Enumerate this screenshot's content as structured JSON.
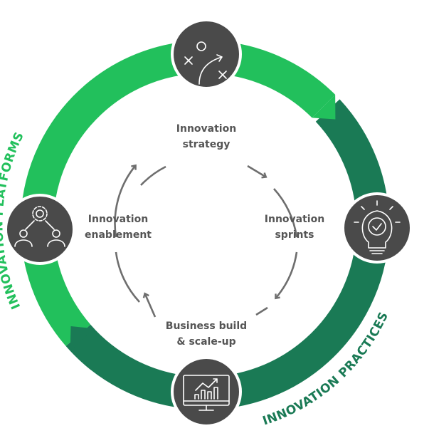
{
  "colors": {
    "light_green": "#22c05c",
    "dark_green": "#1a7a55",
    "node": "#4a4a4a",
    "arrow": "#6e6e6e",
    "text": "#555555"
  },
  "ring_labels": {
    "platforms": "INNOVATION PLATFORMS",
    "practices": "INNOVATION PRACTICES"
  },
  "stages": {
    "strategy": {
      "line1": "Innovation",
      "line2": "strategy",
      "icon": "play-strategy-icon"
    },
    "sprints": {
      "line1": "Innovation",
      "line2": "sprints",
      "icon": "lightbulb-clock-icon"
    },
    "build": {
      "line1": "Business build",
      "line2": "& scale-up",
      "icon": "monitor-chart-icon"
    },
    "enablement": {
      "line1": "Innovation",
      "line2": "enablement",
      "icon": "gear-people-icon"
    }
  }
}
